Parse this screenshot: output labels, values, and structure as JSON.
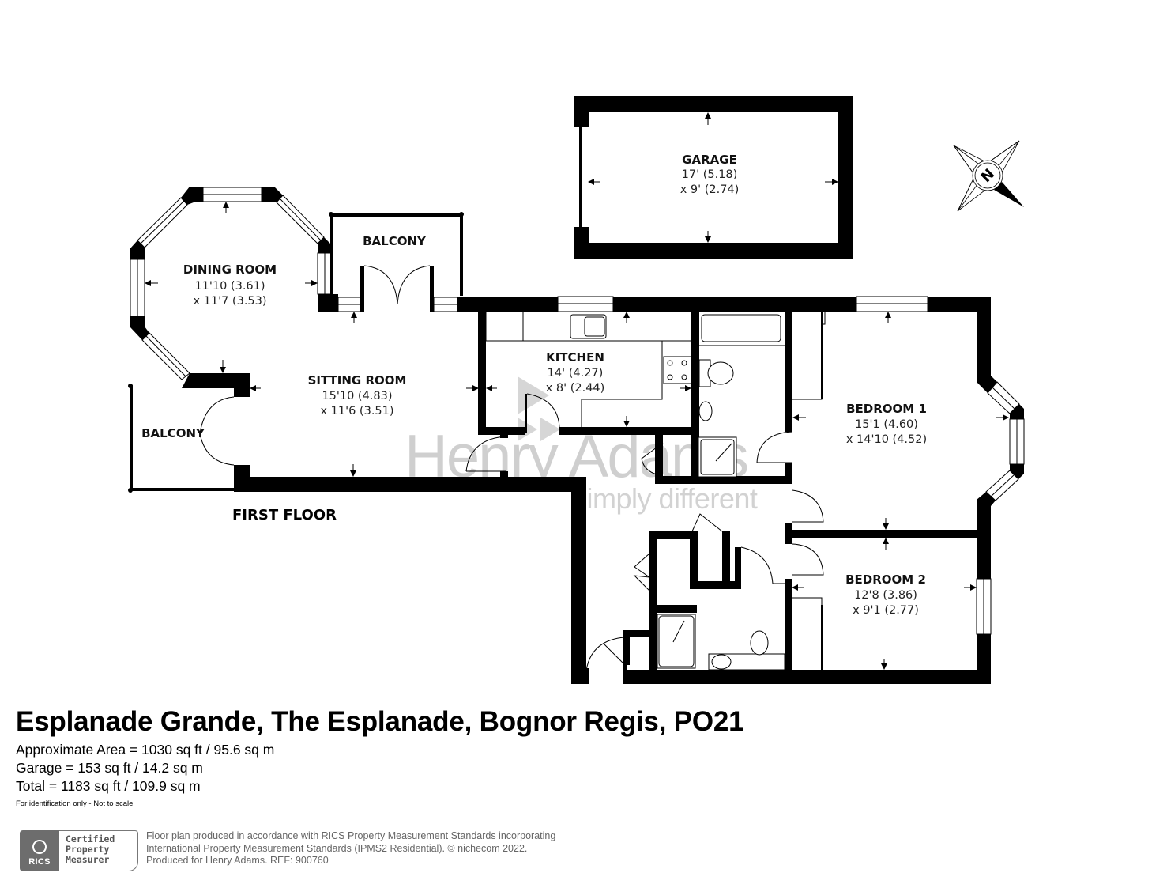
{
  "rooms": {
    "dining_room": {
      "name": "DINING ROOM",
      "dim1": "11'10 (3.61)",
      "dim2": "x 11'7 (3.53)"
    },
    "balcony_top": {
      "name": "BALCONY"
    },
    "balcony_left": {
      "name": "BALCONY"
    },
    "sitting_room": {
      "name": "SITTING ROOM",
      "dim1": "15'10 (4.83)",
      "dim2": "x 11'6 (3.51)"
    },
    "kitchen": {
      "name": "KITCHEN",
      "dim1": "14' (4.27)",
      "dim2": "x 8' (2.44)"
    },
    "garage": {
      "name": "GARAGE",
      "dim1": "17' (5.18)",
      "dim2": "x 9' (2.74)"
    },
    "bedroom_1": {
      "name": "BEDROOM 1",
      "dim1": "15'1 (4.60)",
      "dim2": "x 14'10 (4.52)"
    },
    "bedroom_2": {
      "name": "BEDROOM 2",
      "dim1": "12'8 (3.86)",
      "dim2": "x 9'1 (2.77)"
    }
  },
  "floor_label": "FIRST FLOOR",
  "compass": {
    "icon": "north-compass-icon",
    "letter": "N"
  },
  "watermark": {
    "brand": "Henry Adams",
    "tagline": "simply different"
  },
  "property": {
    "title": "Esplanade Grande, The Esplanade, Bognor Regis, PO21",
    "approx_area": "Approximate Area = 1030 sq ft / 95.6 sq m",
    "garage_area": "Garage = 153 sq ft / 14.2 sq m",
    "total_area": "Total = 1183 sq ft / 109.9 sq m",
    "disclaimer": "For identification only - Not to scale"
  },
  "rics_badge": {
    "logo_text": "RICS",
    "line1": "Certified",
    "line2": "Property",
    "line3": "Measurer"
  },
  "footer": {
    "line1": "Floor plan produced in accordance with RICS Property Measurement Standards incorporating",
    "line2": "International Property Measurement Standards (IPMS2 Residential).   © nichecom 2022.",
    "line3": "Produced for Henry Adams.   REF:  900760"
  }
}
